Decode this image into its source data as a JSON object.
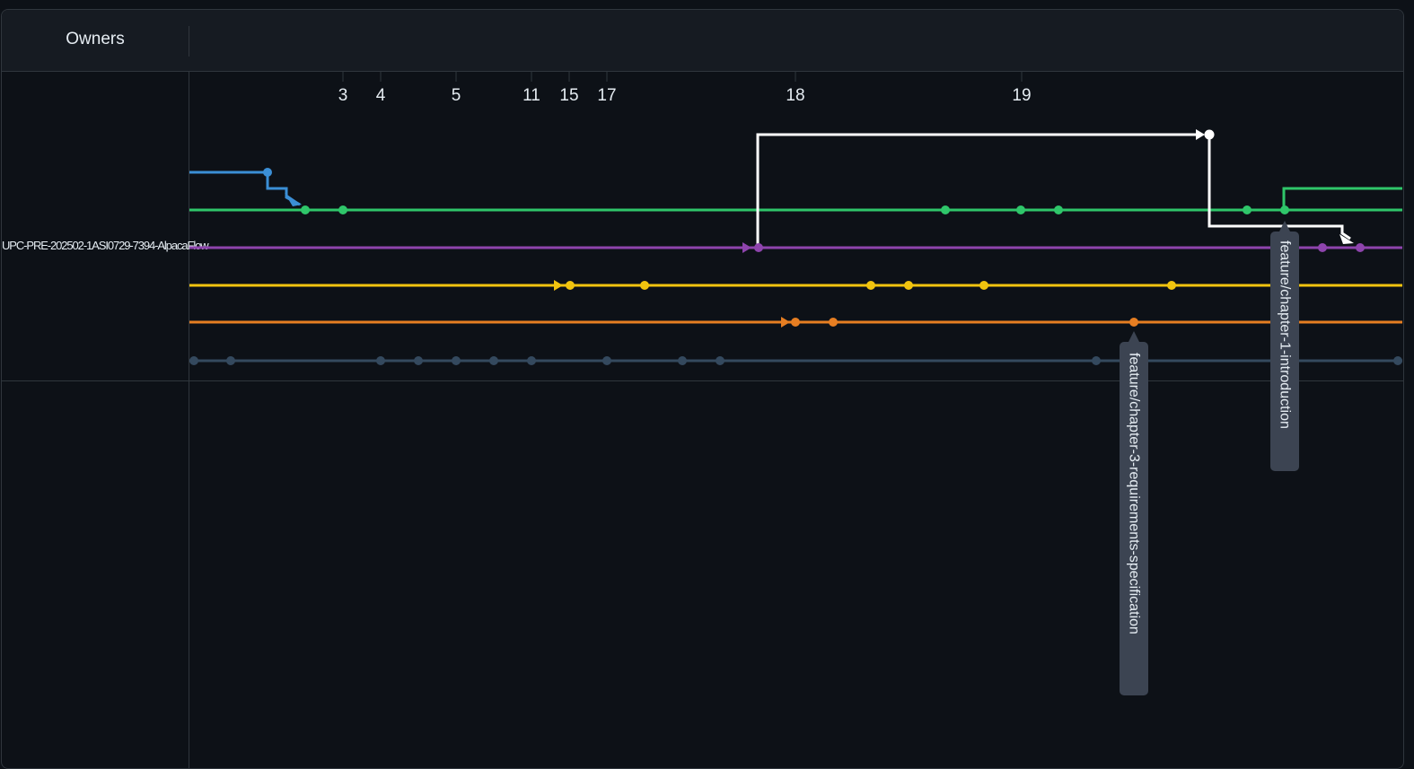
{
  "header": {
    "title": "Owners"
  },
  "row": {
    "repo_name": "UPC-PRE-202502-1ASI0729-7394-AlpacaFlow"
  },
  "timeline": {
    "ticks": [
      "3",
      "4",
      "5",
      "11",
      "15",
      "17",
      "18",
      "19"
    ]
  },
  "branch_labels": [
    "feature/chapter-3-requirements-specification",
    "feature/chapter-1-introduction"
  ],
  "colors": {
    "background": "#0d1117",
    "header_bg": "#161b22",
    "border": "#30363d",
    "blue": "#3b8fd6",
    "green": "#2fc66a",
    "purple": "#8e44ad",
    "yellow": "#f1c40f",
    "orange": "#e67e22",
    "slate": "#34495e",
    "white": "#ffffff",
    "label_bg": "#3c4452"
  }
}
